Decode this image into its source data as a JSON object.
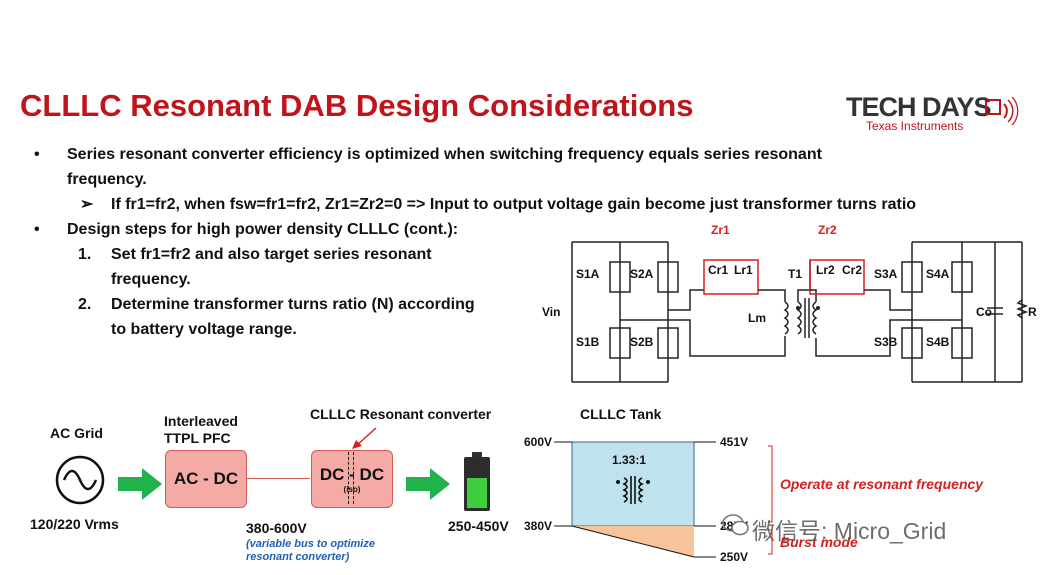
{
  "title": "CLLLC Resonant DAB Design Considerations",
  "logo": {
    "main": "TECH DAYS",
    "sub": "Texas Instruments"
  },
  "bullets": {
    "marker": "•",
    "arrow": "➢",
    "b1_line1": "Series resonant converter efficiency is optimized when switching frequency equals series resonant",
    "b1_line2": "frequency.",
    "b1_sub": "If fr1=fr2, when fsw=fr1=fr2, Zr1=Zr2=0 => Input to output voltage gain become just transformer turns ratio",
    "b2": "Design steps for high power density CLLLC (cont.):",
    "steps": [
      {
        "num": "1.",
        "line1": "Set fr1=fr2 and also target series resonant",
        "line2": "frequency."
      },
      {
        "num": "2.",
        "line1": "Determine transformer turns ratio (N) according",
        "line2": "to battery voltage range."
      }
    ]
  },
  "circuit": {
    "zr1": "Zr1",
    "zr2": "Zr2",
    "t1": "T1",
    "vin": "Vin",
    "lm": "Lm",
    "co": "Co",
    "r": "R",
    "cr1": "Cr1",
    "lr1": "Lr1",
    "lr2": "Lr2",
    "cr2": "Cr2",
    "switches": [
      "S1A",
      "S2A",
      "S1B",
      "S2B",
      "S3A",
      "S4A",
      "S3B",
      "S4B"
    ]
  },
  "flow": {
    "ac_grid": "AC Grid",
    "ac_voltage": "120/220 Vrms",
    "pfc_label_1": "Interleaved",
    "pfc_label_2": "TTPL PFC",
    "pfc_box": "AC - DC",
    "bus_voltage": "380-600V",
    "bus_note_1": "(variable bus to optimize",
    "bus_note_2": "resonant converter)",
    "clllc_label": "CLLLC Resonant converter",
    "dcdc_box": "DC - DC",
    "iso": "(iso)",
    "battery_voltage": "250-450V"
  },
  "tank": {
    "title": "CLLLC Tank",
    "ratio": "1.33:1",
    "v600": "600V",
    "v380": "380V",
    "v451": "451V",
    "v285": "285V",
    "v250": "250V",
    "resonant_label": "Operate at resonant frequency",
    "burst_label": "Burst mode"
  },
  "colors": {
    "title_red": "#c0141c",
    "box_fill": "#f4aaa5",
    "arrow_green": "#22b24c",
    "tank_blue": "#bfe3ee",
    "tank_orange": "#f6c49a",
    "note_blue": "#1f5fb8"
  },
  "watermark": "微信号: Micro_Grid"
}
